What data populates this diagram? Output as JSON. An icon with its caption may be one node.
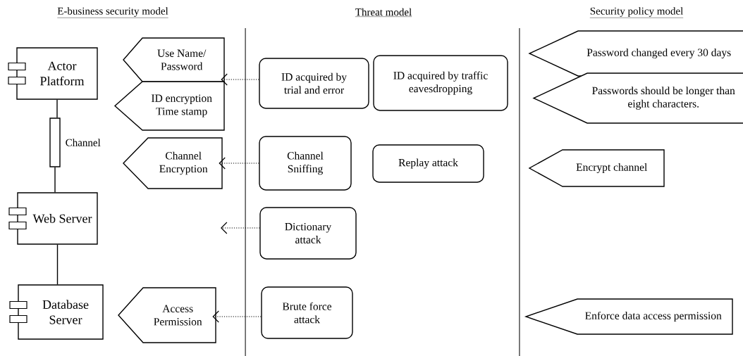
{
  "diagram": {
    "nodes": [
      {
        "text": [
          "Actor Platform"
        ]
      },
      {
        "text": [],
        "shape": "box",
        "beside": [
          "Channel"
        ]
      },
      {
        "text": [
          "Web Server"
        ]
      },
      {
        "text": [
          "Database Server"
        ]
      },
      {
        "text": [
          "Use Name/ Password"
        ]
      },
      {
        "text": [
          "ID encryption Time stamp"
        ]
      },
      {
        "text": [
          "Channel Encryption"
        ]
      },
      {
        "text": [
          "Access Permission"
        ]
      },
      {
        "text": [
          "ID acquired by trial and error"
        ]
      },
      {
        "text": [
          "ID acquired by traffic eavesdropping"
        ]
      },
      {
        "text": [
          "Channel Sniffing"
        ]
      },
      {
        "text": [
          "Replay attack"
        ]
      },
      {
        "text": [
          "Dictionary attack"
        ]
      },
      {
        "text": [
          "Brute force attack"
        ]
      },
      {
        "text": [
          "Password changed every 30 days"
        ]
      },
      {
        "text": [
          "Passwords should be longer than eight characters."
        ]
      },
      {
        "text": [
          "Encrypt channel"
        ]
      },
      {
        "text": [
          "Enforce data access permission"
        ]
      }
    ],
    "edges": [
      {
        "from": 0,
        "to": 1,
        "arrow": "none"
      },
      {
        "from": 1,
        "to": 2,
        "arrow": "none"
      },
      {
        "from": 2,
        "to": 3,
        "arrow": "none"
      },
      {
        "from": 8,
        "to": 4,
        "arrow": "to",
        "style": "dashed"
      },
      {
        "from": 10,
        "to": 6,
        "arrow": "to",
        "style": "dashed"
      },
      {
        "from": 12,
        "to": null,
        "arrow": "to",
        "style": "dashed"
      },
      {
        "from": 13,
        "to": 7,
        "arrow": "to",
        "style": "dashed"
      }
    ],
    "labels": [
      "E-business security model",
      "Threat model",
      "Security policy model"
    ]
  }
}
